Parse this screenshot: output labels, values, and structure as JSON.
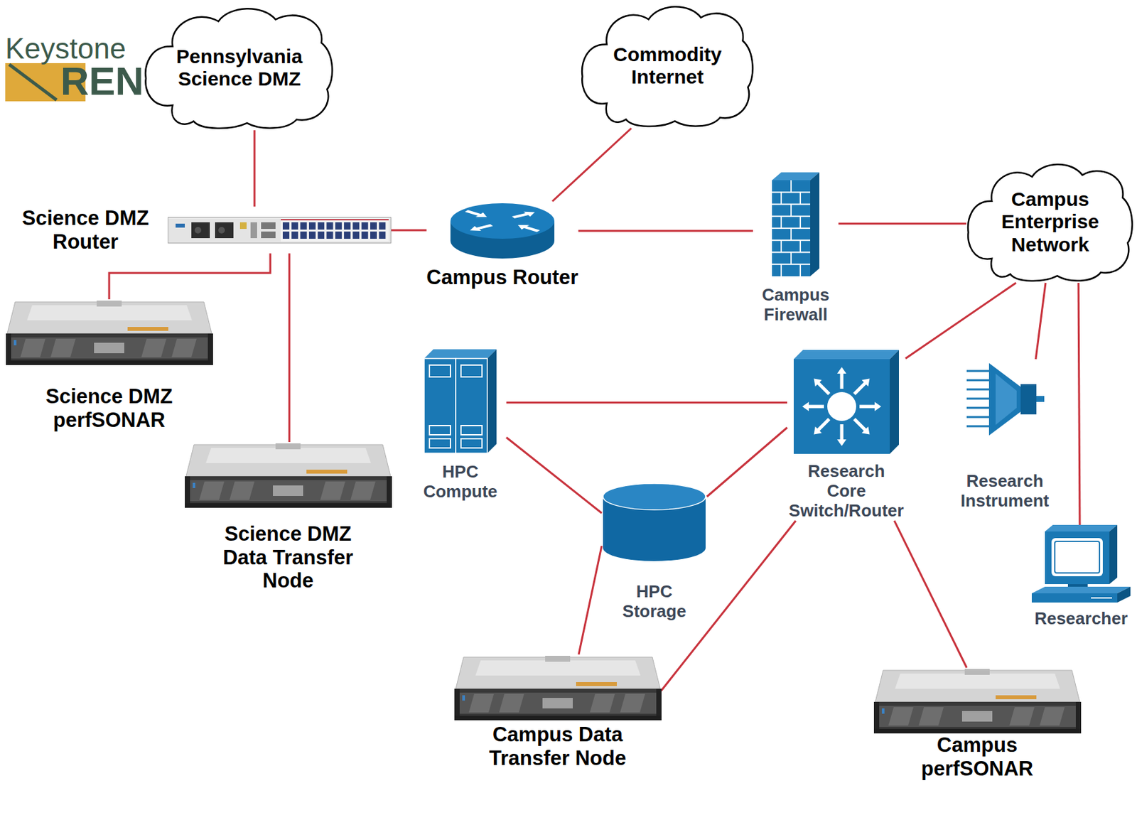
{
  "diagram": {
    "nodes": [
      {
        "text": [
          "Pennsylvania Science DMZ"
        ]
      },
      {
        "text": [
          "Commodity Internet"
        ]
      },
      {
        "text": [
          "Science DMZ Router"
        ]
      },
      {
        "text": [
          "Campus Router"
        ]
      },
      {
        "text": [
          "Campus Firewall"
        ]
      },
      {
        "text": [
          "Campus Enterprise Network"
        ]
      },
      {
        "text": [
          "Science DMZ perfSONAR"
        ]
      },
      {
        "text": [
          "HPC Compute"
        ]
      },
      {
        "text": [
          "Research Core Switch/Router"
        ]
      },
      {
        "text": [
          "Research Instrument"
        ]
      },
      {
        "text": [
          "HPC Storage"
        ]
      },
      {
        "text": [
          "Science DMZ Data Transfer Node"
        ]
      },
      {
        "text": [
          "Researcher"
        ]
      },
      {
        "text": [
          "Campus Data Transfer Node"
        ]
      },
      {
        "text": [
          "Campus perfSONAR"
        ]
      }
    ],
    "edges": [
      {
        "from": 0,
        "to": 2,
        "arrow": "none"
      },
      {
        "from": 2,
        "to": 3,
        "arrow": "none"
      },
      {
        "from": 1,
        "to": 3,
        "arrow": "none"
      },
      {
        "from": 3,
        "to": 4,
        "arrow": "none"
      },
      {
        "from": 4,
        "to": 5,
        "arrow": "none"
      },
      {
        "from": 2,
        "to": 6,
        "arrow": "none"
      },
      {
        "from": 2,
        "to": 11,
        "arrow": "none"
      },
      {
        "from": 5,
        "to": 8,
        "arrow": "none"
      },
      {
        "from": 5,
        "to": 9,
        "arrow": "none"
      },
      {
        "from": 5,
        "to": 12,
        "arrow": "none"
      },
      {
        "from": 7,
        "to": 8,
        "arrow": "none"
      },
      {
        "from": 7,
        "to": 10,
        "arrow": "none"
      },
      {
        "from": 10,
        "to": 8,
        "arrow": "none"
      },
      {
        "from": 10,
        "to": 13,
        "arrow": "none"
      },
      {
        "from": 8,
        "to": 13,
        "arrow": "none"
      },
      {
        "from": 8,
        "to": 14,
        "arrow": "none"
      }
    ],
    "labels": [
      "Keystone",
      "REN"
    ]
  }
}
